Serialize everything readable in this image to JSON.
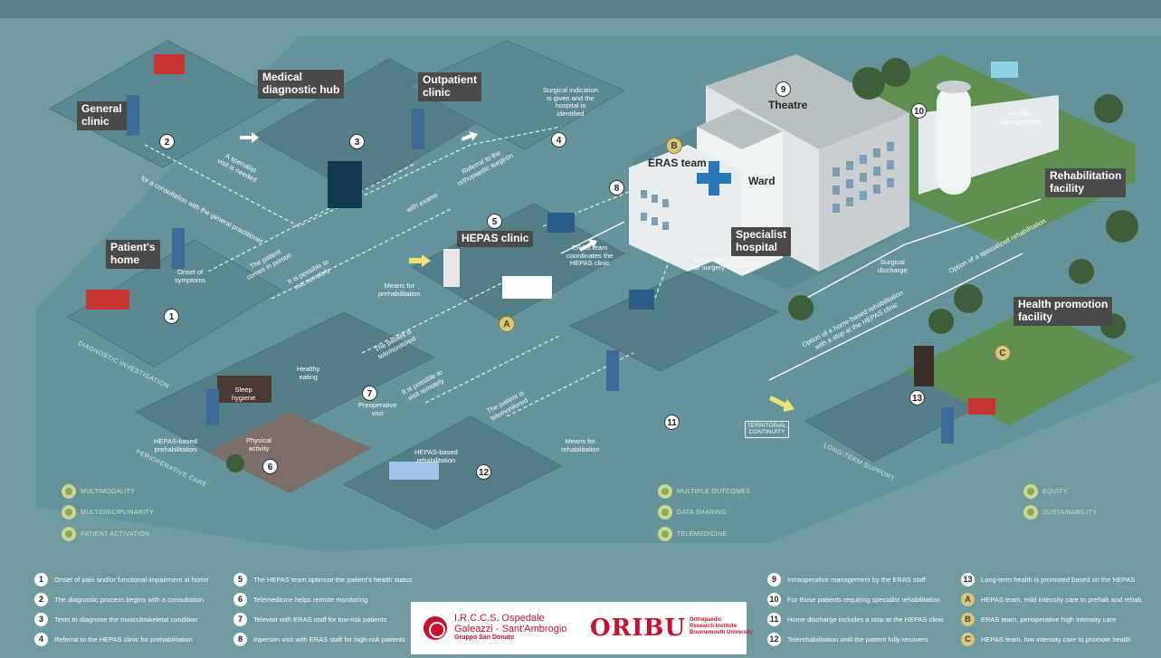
{
  "colors": {
    "background": "#6f9ba1",
    "floor": "#5e8b92",
    "platform_border": "#4f7378",
    "label_bg": "#4a4a4a",
    "letter_badge": "#d9c67a",
    "brand_red": "#c8102e",
    "factor_green": "#cfe1bf"
  },
  "places": {
    "general_clinic": "General\nclinic",
    "medical_hub": "Medical\ndiagnostic hub",
    "outpatient": "Outpatient\nclinic",
    "patients_home": "Patient's\nhome",
    "hepas_clinic": "HEPAS clinic",
    "eras_team": "ERAS team",
    "theatre": "Theatre",
    "ward": "Ward",
    "specialist_hospital": "Specialist\nhospital",
    "rehab_facility": "Rehabilitation\nfacility",
    "health_promotion": "Health promotion\nfacility"
  },
  "annotations": {
    "specialist_visit": "A specialist\nvisit is needed",
    "consultation_gp": "for a consultation with the general practitioner",
    "with_exams": "with exams",
    "referral": "Referral to the\northopaedic surgeon",
    "surgical_indication": "Surgical indication\nis given and the\nhospital is\nidentified",
    "patient_comes": "The patient\ncomes in person",
    "visit_remotely_1": "It is possible to\nvisit remotely",
    "onset": "Onset of\nsymptoms",
    "means_prehab": "Means for\nprehabilitation",
    "eras_coordinates": "ERAS team\ncoordinates the\nHEPAS clinic",
    "admission": "Admission\nfor surgery",
    "surgical_discharge": "Surgical\ndischarge",
    "option_specialized": "Option of a specialized rehabilitation",
    "option_home": "Option of a home-based rehabilitation\nwith a stop at the HEPAS clinic",
    "holistic": "Holistic\nmanagement",
    "telemonitored_1": "The patient is\ntelemonitored",
    "healthy_eating": "Healthy\neating",
    "sleep_hygiene": "Sleep\nhygiene",
    "visit_remotely_2": "It is possible to\nvisit remotely",
    "telemonitored_2": "The patient is\ntelemonitored",
    "preoperative_visit": "Preoperative\nvisit",
    "hepas_prehab": "HEPAS-based\nprehabilitation",
    "physical_activity": "Physical\nactivity",
    "hepas_rehab": "HEPAS-based\nrehabilitation",
    "means_rehab": "Means for\nrehabilitation",
    "territorial": "TERRITORIAL\nCONTINUITY"
  },
  "stripes": {
    "diagnostic": "DIAGNOSTIC INVESTIGATION",
    "perioperative": "PERIOPERATIVE CARE",
    "long_term": "LONG-TERM SUPPORT"
  },
  "markers": {
    "n1": "1",
    "n2": "2",
    "n3": "3",
    "n4": "4",
    "n5": "5",
    "n6": "6",
    "n7": "7",
    "n8": "8",
    "n9": "9",
    "n10": "10",
    "n11": "11",
    "n12": "12",
    "n13": "13",
    "a": "A",
    "b": "B",
    "c": "C"
  },
  "factors": {
    "left": [
      {
        "label": "MULTIMODALITY",
        "icon": "multimodality-icon"
      },
      {
        "label": "MULTIDISCIPLINARITY",
        "icon": "multidisciplinarity-icon"
      },
      {
        "label": "PATIENT ACTIVATION",
        "icon": "patient-activation-icon"
      }
    ],
    "middle": [
      {
        "label": "MULTIPLE OUTCOMES",
        "icon": "multiple-outcomes-icon"
      },
      {
        "label": "DATA SHARING",
        "icon": "data-sharing-icon"
      },
      {
        "label": "TELEMEDICINE",
        "icon": "telemedicine-icon"
      }
    ],
    "right": [
      {
        "label": "EQUITY",
        "icon": "equity-icon"
      },
      {
        "label": "SUSTAINABILITY",
        "icon": "sustainability-icon"
      }
    ]
  },
  "legend": [
    {
      "key": "1",
      "text": "Onset of pain and/or functional impairment at home"
    },
    {
      "key": "2",
      "text": "The diagnostic process begins with a consultation"
    },
    {
      "key": "3",
      "text": "Tests to diagnose the musculoskeletal condition"
    },
    {
      "key": "4",
      "text": "Referral to the HEPAS clinic for prehabilitation"
    },
    {
      "key": "5",
      "text": "The HEPAS team optimize the patient's health status"
    },
    {
      "key": "6",
      "text": "Telemedicine helps remote monitoring"
    },
    {
      "key": "7",
      "text": "Televisit with ERAS staff for low-risk patients"
    },
    {
      "key": "8",
      "text": "Inperson visit with ERAS staff for high-risk patients"
    },
    {
      "key": "9",
      "text": "Intraoperative management by the ERAS staff"
    },
    {
      "key": "10",
      "text": "For those patients requiring specialist rehabilitation"
    },
    {
      "key": "11",
      "text": "Home discharge includes a stop at the HEPAS clinic"
    },
    {
      "key": "12",
      "text": "Telerehabilitation until the patient fully recovers"
    },
    {
      "key": "13",
      "text": "Long-term health is promoted based on the HEPAS"
    },
    {
      "key": "A",
      "text": "HEPAS team, mild intensity care to prehab and rehab"
    },
    {
      "key": "B",
      "text": "ERAS team, perioperative high intensity care"
    },
    {
      "key": "C",
      "text": "HEPAS team, low intensity care to promote health"
    }
  ],
  "logos": {
    "ospedale_line1": "I.R.C.C.S. Ospedale",
    "ospedale_line2": "Galeazzi - Sant'Ambrogio",
    "ospedale_sub": "Gruppo San Donato",
    "oribu": "ORIBU",
    "oribu_sub": "Orthopaedic\nResearch Institute\nBournemouth University"
  }
}
